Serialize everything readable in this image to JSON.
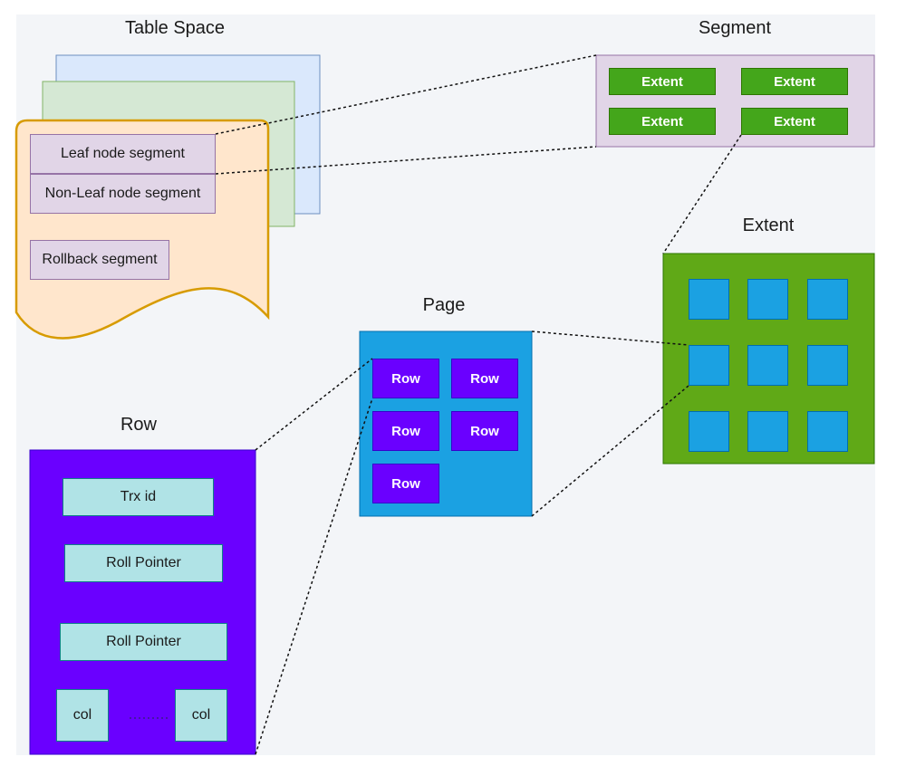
{
  "titles": {
    "table_space": "Table Space",
    "segment": "Segment",
    "extent": "Extent",
    "page": "Page",
    "row": "Row"
  },
  "table_space": {
    "segments": [
      "Leaf node segment",
      "Non-Leaf node segment",
      "Rollback segment"
    ]
  },
  "segment": {
    "extents": [
      "Extent",
      "Extent",
      "Extent",
      "Extent"
    ]
  },
  "page": {
    "rows": [
      "Row",
      "Row",
      "Row",
      "Row",
      "Row"
    ]
  },
  "row": {
    "fields": [
      "Trx id",
      "Roll Pointer",
      "Roll Pointer"
    ],
    "cols": [
      "col",
      "col"
    ]
  },
  "colors": {
    "segment_fill": "#e1d5e7",
    "extent_fill": "#60a917",
    "extent_item": "#44a61b",
    "page_fill": "#1ba1e2",
    "row_fill": "#6a00ff",
    "field_fill": "#b0e3e6",
    "doc_fill": "#ffe6cc",
    "doc_border": "#d79b00",
    "sheet_blue": "#dae8fc",
    "sheet_green": "#d5e8d4"
  }
}
